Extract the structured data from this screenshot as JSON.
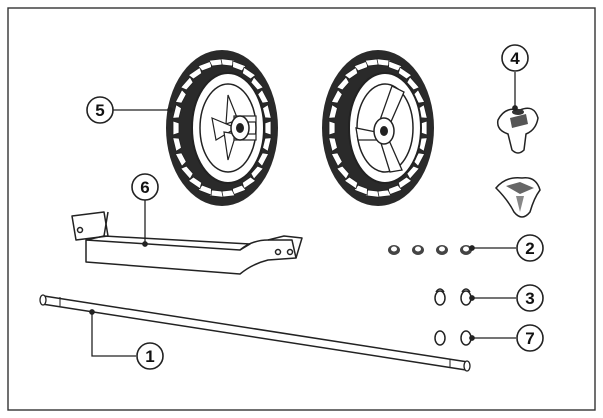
{
  "callouts": [
    {
      "id": "1"
    },
    {
      "id": "2"
    },
    {
      "id": "3"
    },
    {
      "id": "4"
    },
    {
      "id": "5"
    },
    {
      "id": "6"
    },
    {
      "id": "7"
    }
  ],
  "colors": {
    "line": "#222222",
    "tire": "#2a2a2a",
    "background": "#ffffff"
  }
}
